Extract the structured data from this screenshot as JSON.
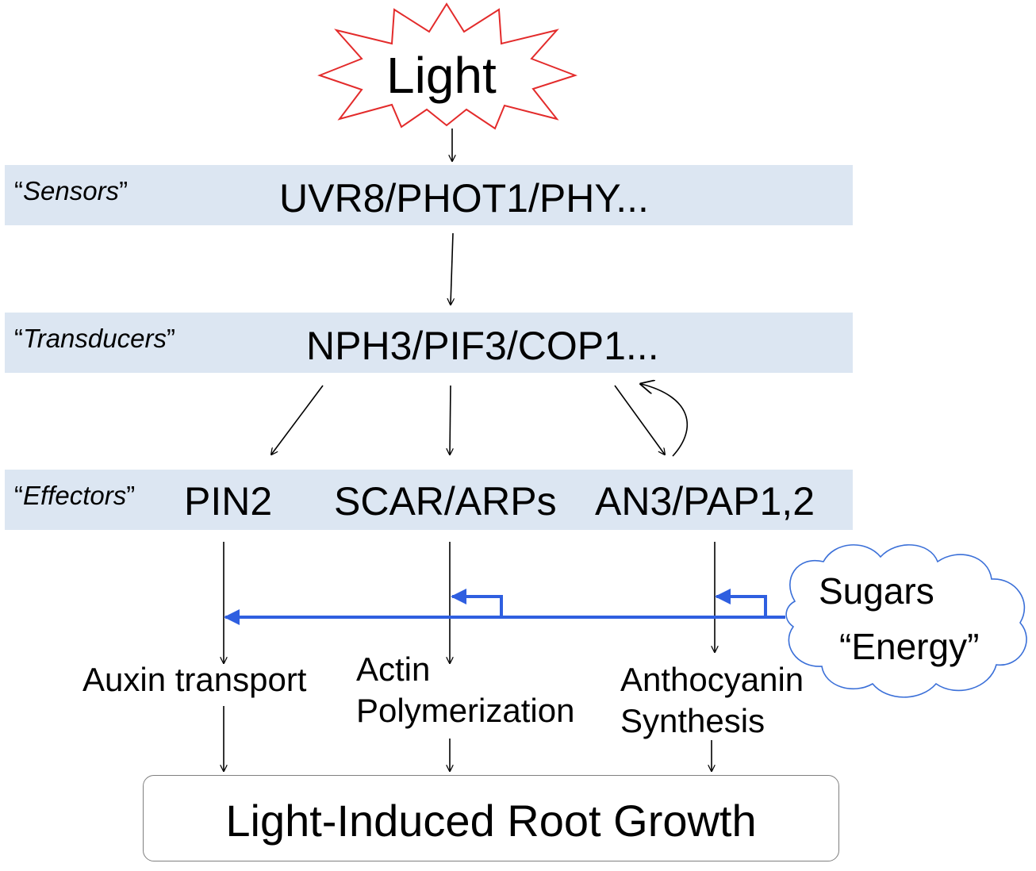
{
  "diagram": {
    "stimulus": "Light",
    "tiers": [
      {
        "label_open": "“",
        "label_name": "Sensors",
        "label_close": "”",
        "molecules": [
          "UVR8/PHOT1/PHY..."
        ]
      },
      {
        "label_open": "“",
        "label_name": "Transducers",
        "label_close": "”",
        "molecules": [
          "NPH3/PIF3/COP1..."
        ]
      },
      {
        "label_open": "“",
        "label_name": "Effectors",
        "label_close": "”",
        "molecules": [
          "PIN2",
          "SCAR/ARPs",
          "AN3/PAP1,2"
        ]
      }
    ],
    "processes": [
      {
        "lines": [
          "Auxin transport"
        ]
      },
      {
        "lines": [
          "Actin",
          "Polymerization"
        ]
      },
      {
        "lines": [
          "Anthocyanin",
          "Synthesis"
        ]
      }
    ],
    "modulator": {
      "line1": "Sugars",
      "line2": "“Energy”"
    },
    "outcome": "Light-Induced Root Growth",
    "colors": {
      "band": "#dce6f2",
      "starburst": "#e32b2b",
      "sugar_arrow": "#2f5fe0",
      "cloud": "#3a6fd8",
      "outcome_border": "#7f7f7f"
    }
  }
}
